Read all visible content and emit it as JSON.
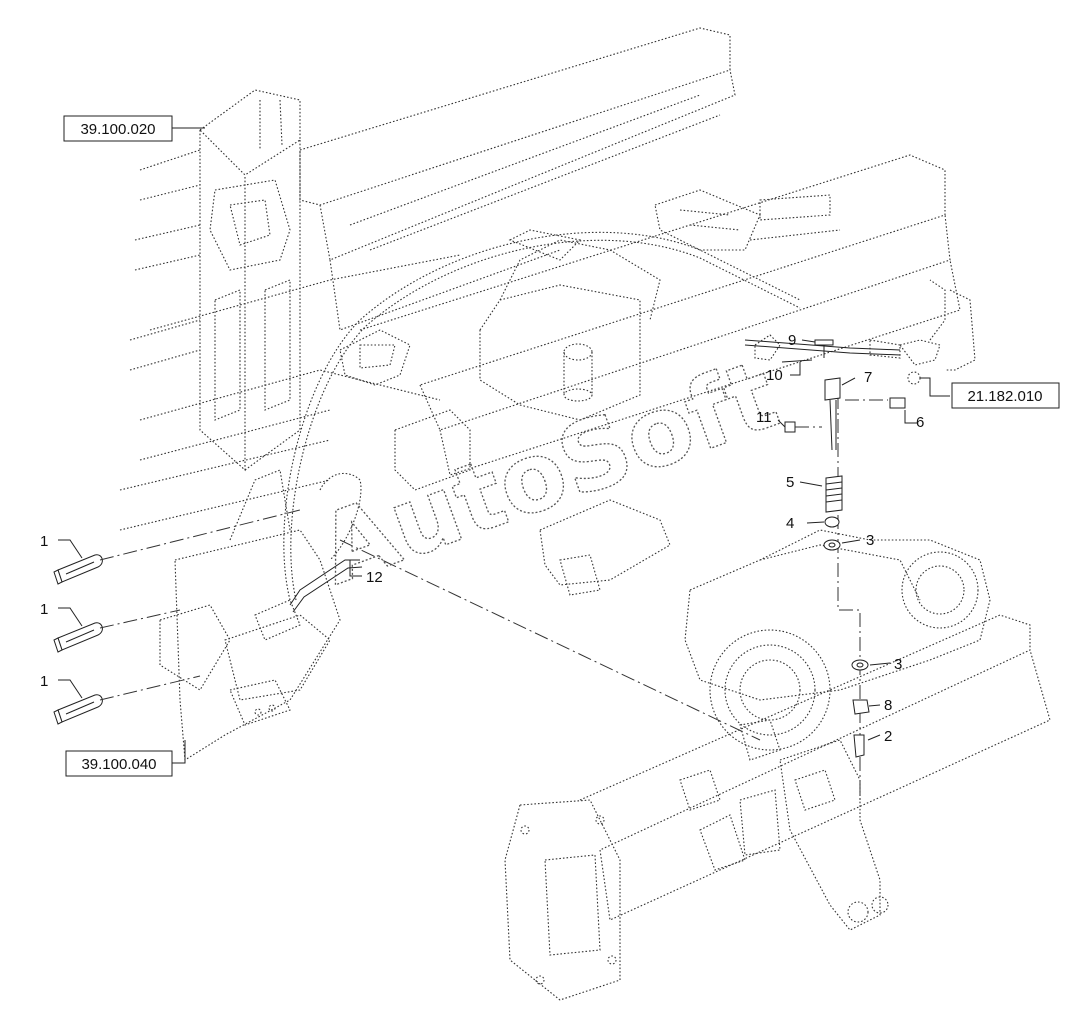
{
  "references": [
    {
      "id": "ref-top",
      "label": "39.100.020"
    },
    {
      "id": "ref-bottom",
      "label": "39.100.040"
    },
    {
      "id": "ref-right",
      "label": "21.182.010"
    }
  ],
  "callouts": [
    {
      "id": "c1a",
      "label": "1"
    },
    {
      "id": "c1b",
      "label": "1"
    },
    {
      "id": "c1c",
      "label": "1"
    },
    {
      "id": "c2",
      "label": "2"
    },
    {
      "id": "c3a",
      "label": "3"
    },
    {
      "id": "c3b",
      "label": "3"
    },
    {
      "id": "c4",
      "label": "4"
    },
    {
      "id": "c5",
      "label": "5"
    },
    {
      "id": "c6",
      "label": "6"
    },
    {
      "id": "c7",
      "label": "7"
    },
    {
      "id": "c8",
      "label": "8"
    },
    {
      "id": "c9",
      "label": "9"
    },
    {
      "id": "c10",
      "label": "10"
    },
    {
      "id": "c11",
      "label": "11"
    },
    {
      "id": "c12",
      "label": "12"
    }
  ],
  "watermark": "AutoSoft"
}
